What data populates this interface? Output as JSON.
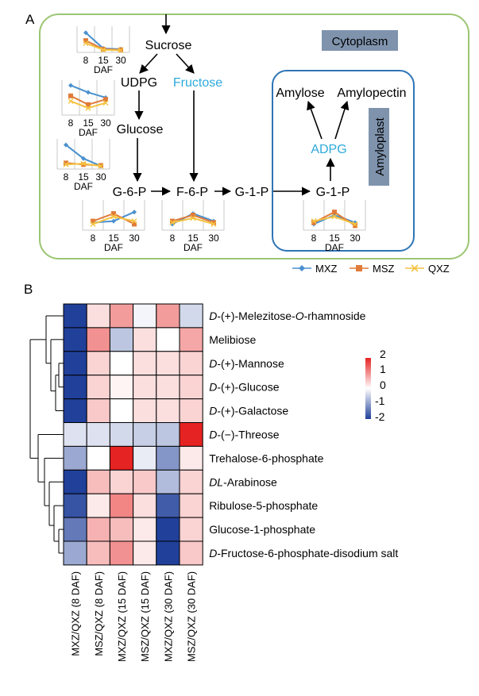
{
  "panel_a": {
    "label": "A",
    "cytoplasm_label": "Cytoplasm",
    "amyloplast_label": "Amyloplast",
    "colors": {
      "cytoplasm_border": "#9bc572",
      "amyloplast_border": "#2e75b6",
      "label_box": "#7f93ad",
      "highlight_text": "#2eaadc",
      "mxz": "#4a90cf",
      "msz": "#e07b39",
      "qxz": "#f5c342",
      "minichart_grid": "#c8c8c8"
    },
    "nodes": {
      "sucrose": "Sucrose",
      "udpg": "UDPG",
      "fructose": "Fructose",
      "glucose": "Glucose",
      "g6p": "G-6-P",
      "f6p": "F-6-P",
      "g1p": "G-1-P",
      "g1p_plastid": "G-1-P",
      "adpg": "ADPG",
      "amylose": "Amylose",
      "amylopectin": "Amylopectin"
    },
    "minichart_ticks": [
      "8",
      "15",
      "30"
    ],
    "minichart_xlabel": "DAF",
    "legend": [
      {
        "name": "MXZ",
        "color": "#4a90cf",
        "marker": "diamond"
      },
      {
        "name": "MSZ",
        "color": "#e07b39",
        "marker": "square"
      },
      {
        "name": "QXZ",
        "color": "#f5c342",
        "marker": "x"
      }
    ],
    "minicharts": {
      "sucrose": {
        "MXZ": [
          0.75,
          0.15,
          0.12
        ],
        "MSZ": [
          0.45,
          0.12,
          0.1
        ],
        "QXZ": [
          0.35,
          0.1,
          0.08
        ]
      },
      "udpg": {
        "MXZ": [
          0.85,
          0.65,
          0.5
        ],
        "MSZ": [
          0.55,
          0.3,
          0.45
        ],
        "QXZ": [
          0.4,
          0.2,
          0.35
        ]
      },
      "glucose": {
        "MXZ": [
          0.8,
          0.35,
          0.1
        ],
        "MSZ": [
          0.2,
          0.15,
          0.12
        ],
        "QXZ": [
          0.15,
          0.18,
          0.1
        ]
      },
      "g6p": {
        "MXZ": [
          0.25,
          0.3,
          0.6
        ],
        "MSZ": [
          0.3,
          0.55,
          0.2
        ],
        "QXZ": [
          0.2,
          0.45,
          0.3
        ]
      },
      "f6p": {
        "MXZ": [
          0.2,
          0.55,
          0.3
        ],
        "MSZ": [
          0.3,
          0.5,
          0.25
        ],
        "QXZ": [
          0.25,
          0.4,
          0.2
        ]
      },
      "g1p": {
        "MXZ": [
          0.2,
          0.5,
          0.25
        ],
        "MSZ": [
          0.25,
          0.6,
          0.15
        ],
        "QXZ": [
          0.3,
          0.45,
          0.2
        ]
      }
    }
  },
  "panel_b": {
    "label": "B",
    "colorbar_ticks": [
      "2",
      "1",
      "0",
      "-1",
      "-2"
    ],
    "color_scale": {
      "low": "#20409a",
      "mid": "#ffffff",
      "high": "#e52322"
    },
    "columns": [
      "MXZ/QXZ (8 DAF)",
      "MSZ/QXZ (8 DAF)",
      "MXZ/QXZ (15 DAF)",
      "MSZ/QXZ (15 DAF)",
      "MXZ/QXZ (30 DAF)",
      "MSZ/QXZ (30 DAF)"
    ],
    "rows": [
      {
        "segments": [
          {
            "t": "D",
            "i": true
          },
          {
            "t": "-(+)-Melezitose-"
          },
          {
            "t": "O",
            "i": true
          },
          {
            "t": "-rhamnoside"
          }
        ]
      },
      {
        "segments": [
          {
            "t": "Melibiose"
          }
        ]
      },
      {
        "segments": [
          {
            "t": "D",
            "i": true
          },
          {
            "t": "-(+)-Mannose"
          }
        ]
      },
      {
        "segments": [
          {
            "t": "D",
            "i": true
          },
          {
            "t": "-(+)-Glucose"
          }
        ]
      },
      {
        "segments": [
          {
            "t": "D",
            "i": true
          },
          {
            "t": "-(+)-Galactose"
          }
        ]
      },
      {
        "segments": [
          {
            "t": "D",
            "i": true
          },
          {
            "t": "-(−)-Threose"
          }
        ]
      },
      {
        "segments": [
          {
            "t": "Trehalose-6-phosphate"
          }
        ]
      },
      {
        "segments": [
          {
            "t": "DL",
            "i": true
          },
          {
            "t": "-Arabinose"
          }
        ]
      },
      {
        "segments": [
          {
            "t": "Ribulose-5-phosphate"
          }
        ]
      },
      {
        "segments": [
          {
            "t": "Glucose-1-phosphate"
          }
        ]
      },
      {
        "segments": [
          {
            "t": "D",
            "i": true
          },
          {
            "t": "-Fructose-6-phosphate-disodium salt"
          }
        ]
      }
    ]
  },
  "chart_data": {
    "type": "heatmap",
    "x": [
      "MXZ/QXZ (8 DAF)",
      "MSZ/QXZ (8 DAF)",
      "MXZ/QXZ (15 DAF)",
      "MSZ/QXZ (15 DAF)",
      "MXZ/QXZ (30 DAF)",
      "MSZ/QXZ (30 DAF)"
    ],
    "y": [
      "D-(+)-Melezitose-O-rhamnoside",
      "Melibiose",
      "D-(+)-Mannose",
      "D-(+)-Glucose",
      "D-(+)-Galactose",
      "D-(−)-Threose",
      "Trehalose-6-phosphate",
      "DL-Arabinose",
      "Ribulose-5-phosphate",
      "Glucose-1-phosphate",
      "D-Fructose-6-phosphate-disodium salt"
    ],
    "values": [
      [
        -2.0,
        0.3,
        0.9,
        -0.1,
        0.9,
        -0.4
      ],
      [
        -2.0,
        1.0,
        -0.6,
        0.3,
        0.0,
        0.8
      ],
      [
        -2.0,
        0.4,
        0.0,
        0.3,
        0.3,
        0.4
      ],
      [
        -2.0,
        0.4,
        0.1,
        0.3,
        0.3,
        0.4
      ],
      [
        -2.0,
        0.5,
        0.0,
        0.3,
        0.3,
        0.4
      ],
      [
        -0.3,
        -0.3,
        -0.4,
        -0.5,
        -0.6,
        2.0
      ],
      [
        -0.9,
        0.0,
        2.0,
        -0.2,
        -1.1,
        0.2
      ],
      [
        -2.0,
        0.6,
        0.4,
        0.5,
        -0.7,
        0.4
      ],
      [
        -1.8,
        0.2,
        1.1,
        0.3,
        -1.7,
        0.4
      ],
      [
        -1.4,
        0.7,
        0.6,
        0.2,
        -2.0,
        0.4
      ],
      [
        -0.9,
        0.6,
        1.0,
        0.2,
        -2.0,
        0.5
      ]
    ],
    "zlim": [
      -2,
      2
    ],
    "dendrogram": "rows",
    "legend": "colorbar right"
  }
}
